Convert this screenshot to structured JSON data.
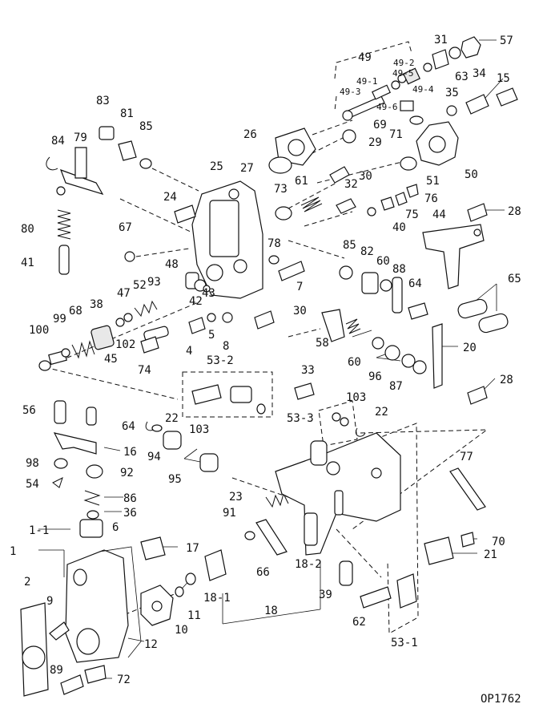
{
  "drawing_code": "OP1762",
  "labels": {
    "p49": "49",
    "p49_1": "49-1",
    "p49_2": "49-2",
    "p49_3": "49-3",
    "p49_4": "49-4",
    "p49_5": "49-5",
    "p49_6": "49-6",
    "p31": "31",
    "p57": "57",
    "p63": "63",
    "p34": "34",
    "p15": "15",
    "p35": "35",
    "p69": "69",
    "p71": "71",
    "p83": "83",
    "p81": "81",
    "p85a": "85",
    "p84": "84",
    "p79": "79",
    "p26": "26",
    "p29": "29",
    "p27": "27",
    "p25": "25",
    "p51": "51",
    "p50": "50",
    "p73": "73",
    "p61": "61",
    "p30a": "30",
    "p32": "32",
    "p76": "76",
    "p24": "24",
    "p75": "75",
    "p40": "40",
    "p44": "44",
    "p28a": "28",
    "p80": "80",
    "p67": "67",
    "p78": "78",
    "p85b": "85",
    "p82": "82",
    "p60a": "60",
    "p88": "88",
    "p41": "41",
    "p48": "48",
    "p65": "65",
    "p7": "7",
    "p64a": "64",
    "p93": "93",
    "p52": "52",
    "p42": "42",
    "p43": "43",
    "p47": "47",
    "p68": "68",
    "p38": "38",
    "p99": "99",
    "p100": "100",
    "p30b": "30",
    "p5": "5",
    "p102": "102",
    "p45": "45",
    "p4": "4",
    "p8": "8",
    "p58": "58",
    "p20": "20",
    "p60b": "60",
    "p74": "74",
    "p53_2": "53-2",
    "p96": "96",
    "p87": "87",
    "p33": "33",
    "p28b": "28",
    "p103a": "103",
    "p56": "56",
    "p22a": "22",
    "p64b": "64",
    "p103b": "103",
    "p53_3": "53-3",
    "p22b": "22",
    "p16": "16",
    "p94": "94",
    "p98": "98",
    "p92": "92",
    "p95": "95",
    "p77": "77",
    "p54": "54",
    "p23": "23",
    "p86": "86",
    "p36": "36",
    "p91": "91",
    "p1_1": "1-1",
    "p6": "6",
    "p17": "17",
    "p70": "70",
    "p1": "1",
    "p21": "21",
    "p66": "66",
    "p18_2": "18-2",
    "p18_1": "18-1",
    "p2": "2",
    "p39": "39",
    "p18": "18",
    "p9": "9",
    "p11": "11",
    "p10": "10",
    "p12": "12",
    "p62": "62",
    "p53_1": "53-1",
    "p89": "89",
    "p72": "72"
  }
}
